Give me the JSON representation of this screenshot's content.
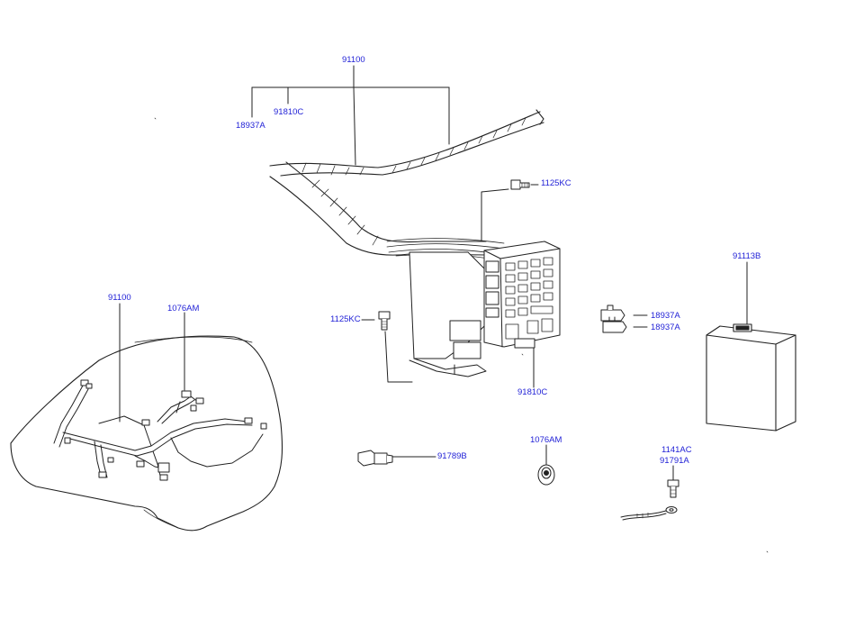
{
  "labels": {
    "harness_top": "91100",
    "conn_top": "91810C",
    "fuse_top": "18937A",
    "bolt_top": "1125KC",
    "bolt_left": "1125KC",
    "relay": "91113B",
    "fuse_r1": "18937A",
    "fuse_r2": "18937A",
    "conn_bottom": "91810C",
    "car_harness": "91100",
    "car_clip": "1076AM",
    "plug": "91789B",
    "grommet": "1076AM",
    "ground_bolt": "1141AC",
    "ground_strap": "91791A"
  },
  "colors": {
    "label": "#1f1fd6",
    "line": "#222222",
    "fill": "#ffffff"
  }
}
